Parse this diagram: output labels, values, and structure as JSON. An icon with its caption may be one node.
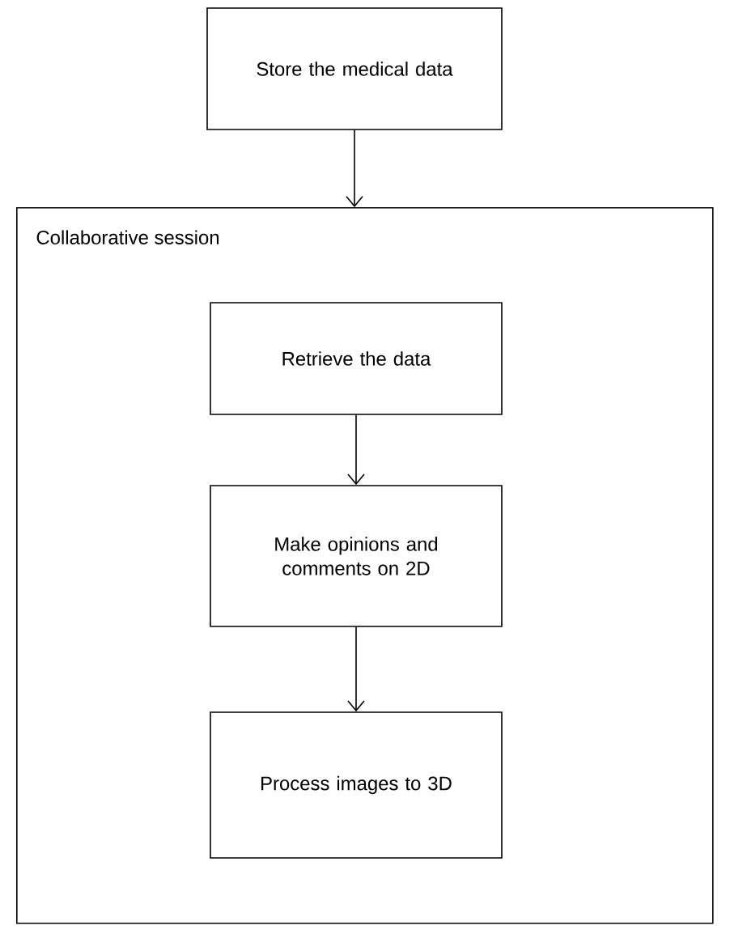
{
  "diagram": {
    "nodes": [
      {
        "text": [
          "Store the medical data"
        ]
      },
      {
        "text": [
          "Collaborative session"
        ]
      },
      {
        "text": [
          "Retrieve the data"
        ],
        "in": 1
      },
      {
        "text": [
          "Make opinions and comments on 2D"
        ],
        "in": 1
      },
      {
        "text": [
          "Process images to 3D"
        ],
        "in": 1
      }
    ],
    "edges": [
      {
        "from": 0,
        "to": 1,
        "arrow": "to"
      },
      {
        "from": 2,
        "to": 3,
        "arrow": "to"
      },
      {
        "from": 3,
        "to": 4,
        "arrow": "to"
      }
    ]
  }
}
